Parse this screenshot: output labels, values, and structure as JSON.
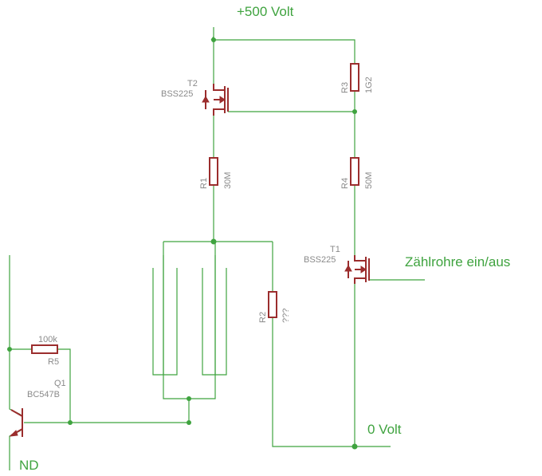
{
  "labels": {
    "supply": "+500 Volt",
    "ground": "0 Volt",
    "counter": "Zählrohre ein/aus",
    "nd": "ND"
  },
  "components": {
    "t2": {
      "name": "T2",
      "value": "BSS225"
    },
    "t1": {
      "name": "T1",
      "value": "BSS225"
    },
    "r1": {
      "name": "R1",
      "value": "30M"
    },
    "r2": {
      "name": "R2",
      "value": "???"
    },
    "r3": {
      "name": "R3",
      "value": "1G2"
    },
    "r4": {
      "name": "R4",
      "value": "50M"
    },
    "r5": {
      "name": "R5",
      "value": "100k"
    },
    "q1": {
      "name": "Q1",
      "value": "BC547B"
    }
  },
  "colors": {
    "wire": "#3fa33f",
    "part": "#9b2d2d",
    "label": "#8a8a8a"
  }
}
